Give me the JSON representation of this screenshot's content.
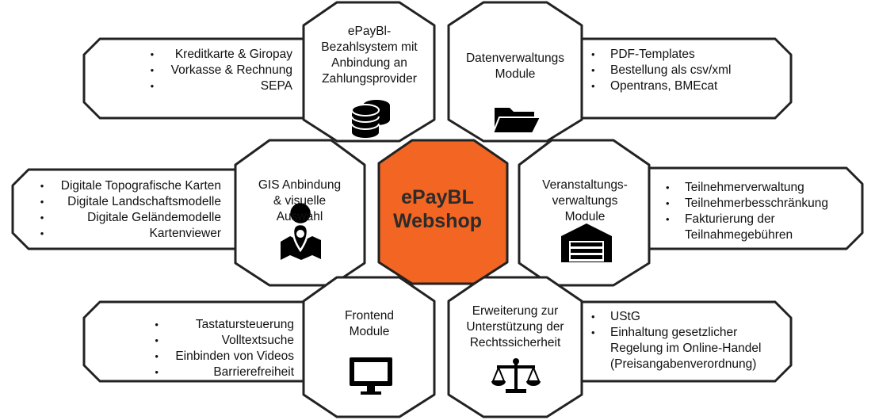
{
  "center": {
    "line1": "ePayBL",
    "line2": "Webshop"
  },
  "colors": {
    "center_fill": "#f26522",
    "stroke": "#222222",
    "icon": "#000000"
  },
  "hexes": {
    "payment": {
      "lines": [
        "ePayBl-",
        "Bezahlsystem mit",
        "Anbindung an",
        "Zahlungsprovider"
      ],
      "icon": "coins-stack-icon"
    },
    "data": {
      "lines": [
        "Datenverwaltungs",
        "Module"
      ],
      "icon": "folder-open-icon"
    },
    "gis": {
      "lines": [
        "GIS Anbindung",
        "& visuelle",
        "Auswahl"
      ],
      "icon": "map-pin-icon"
    },
    "events": {
      "lines": [
        "Veranstaltungs-",
        "verwaltungs",
        "Module"
      ],
      "icon": "garage-icon"
    },
    "frontend": {
      "lines": [
        "Frontend",
        "Module"
      ],
      "icon": "monitor-icon"
    },
    "legal": {
      "lines": [
        "Erweiterung zur",
        "Unterstützung der",
        "Rechtssicherheit"
      ],
      "icon": "scales-icon"
    }
  },
  "lists": {
    "payment": [
      "Kreditkarte & Giropay",
      "Vorkasse & Rechnung",
      "SEPA"
    ],
    "data": [
      "PDF-Templates",
      "Bestellung als csv/xml",
      "Opentrans, BMEcat"
    ],
    "gis": [
      "Digitale Topografische Karten",
      "Digitale Landschaftsmodelle",
      "Digitale Geländemodelle",
      "Kartenviewer"
    ],
    "events": [
      "Teilnehmerverwaltung",
      "Teilnehmerbesschränkung",
      "Fakturierung der",
      "Teilnahmegebühren"
    ],
    "frontend": [
      "Tastatursteuerung",
      "Volltextsuche",
      "Einbinden von Videos",
      "Barrierefreiheit"
    ],
    "legal": [
      "UStG",
      "Einhaltung gesetzlicher",
      "Regelung im Online-Handel",
      "(Preisangabenverordnung)"
    ]
  }
}
